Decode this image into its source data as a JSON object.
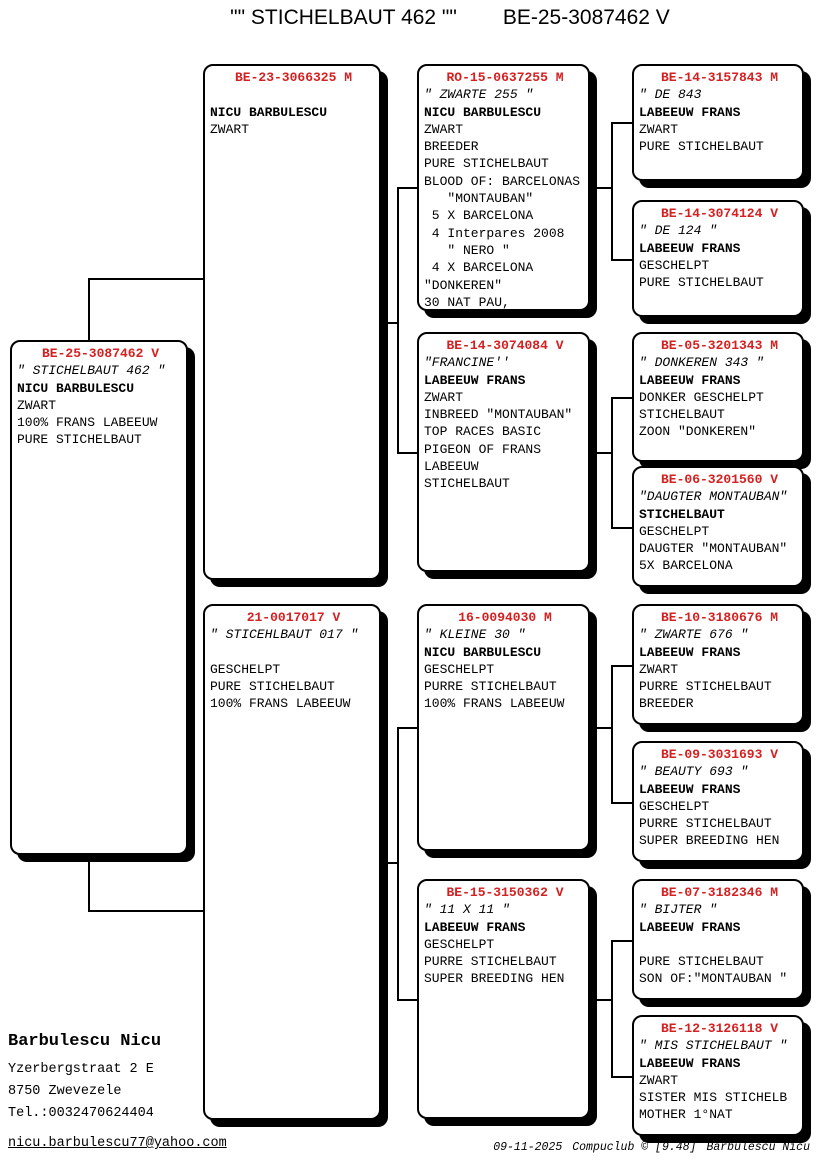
{
  "header": {
    "name": "\"\" STICHELBAUT 462 \"\"",
    "ring": "BE-25-3087462 V"
  },
  "colors": {
    "ring_red": "#d42020"
  },
  "pedigree": {
    "boxes": [
      {
        "id": "g1",
        "generation": "subject",
        "ring": "BE-25-3087462 V",
        "lines": [
          "\" STICHELBAUT 462 \"",
          "NICU BARBULESCU",
          "ZWART",
          "100% FRANS LABEEUW",
          "PURE STICHELBAUT"
        ]
      },
      {
        "id": "g2a",
        "generation": "father",
        "ring": "BE-23-3066325 M",
        "lines": [
          "",
          "NICU BARBULESCU",
          "ZWART"
        ]
      },
      {
        "id": "g2b",
        "generation": "mother",
        "ring": "21-0017017 V",
        "lines": [
          "\" STICEHLBAUT 017 \"",
          "",
          "GESCHELPT",
          "PURE STICHELBAUT",
          "100% FRANS LABEEUW"
        ]
      },
      {
        "id": "g3a",
        "generation": "grandfather-paternal",
        "ring": "RO-15-0637255 M",
        "lines": [
          "\" ZWARTE 255 \"",
          "NICU BARBULESCU",
          "ZWART",
          "BREEDER",
          "PURE STICHELBAUT",
          "BLOOD OF: BARCELONAS",
          "   \"MONTAUBAN\"",
          " 5 X BARCELONA",
          " 4 Interpares 2008",
          "   \" NERO \"",
          " 4 X BARCELONA",
          "\"DONKEREN\"",
          "30 NAT PAU,"
        ]
      },
      {
        "id": "g3b",
        "generation": "grandmother-paternal",
        "ring": "BE-14-3074084 V",
        "lines": [
          "\"FRANCINE''",
          "LABEEUW FRANS",
          "ZWART",
          "INBREED \"MONTAUBAN\"",
          "TOP RACES BASIC",
          "PIGEON OF FRANS",
          "LABEEUW",
          "STICHELBAUT"
        ]
      },
      {
        "id": "g3c",
        "generation": "grandfather-maternal",
        "ring": "16-0094030 M",
        "lines": [
          "\" KLEINE 30 \"",
          "NICU BARBULESCU",
          "GESCHELPT",
          "PURRE STICHELBAUT",
          "100% FRANS LABEEUW"
        ]
      },
      {
        "id": "g3d",
        "generation": "grandmother-maternal",
        "ring": "BE-15-3150362 V",
        "lines": [
          "\" 11 X 11 \"",
          "LABEEUW FRANS",
          "GESCHELPT",
          "PURRE STICHELBAUT",
          "SUPER BREEDING HEN"
        ]
      },
      {
        "id": "g4a",
        "generation": "great-grandparent-1",
        "ring": "BE-14-3157843 M",
        "lines": [
          "\" DE 843",
          "LABEEUW FRANS",
          "ZWART",
          "PURE STICHELBAUT"
        ]
      },
      {
        "id": "g4b",
        "generation": "great-grandparent-2",
        "ring": "BE-14-3074124 V",
        "lines": [
          "\" DE 124 \"",
          "LABEEUW FRANS",
          "GESCHELPT",
          "PURE STICHELBAUT"
        ]
      },
      {
        "id": "g4c",
        "generation": "great-grandparent-3",
        "ring": "BE-05-3201343 M",
        "lines": [
          "\" DONKEREN 343 \"",
          "LABEEUW FRANS",
          "DONKER GESCHELPT",
          "STICHELBAUT",
          "ZOON \"DONKEREN\""
        ]
      },
      {
        "id": "g4d",
        "generation": "great-grandparent-4",
        "ring": "BE-06-3201560 V",
        "lines": [
          "\"DAUGTER MONTAUBAN\"",
          "STICHELBAUT",
          "GESCHELPT",
          "DAUGTER \"MONTAUBAN\"",
          "5X BARCELONA"
        ]
      },
      {
        "id": "g4e",
        "generation": "great-grandparent-5",
        "ring": "BE-10-3180676 M",
        "lines": [
          "\" ZWARTE 676 \"",
          "LABEEUW FRANS",
          "ZWART",
          "PURRE STICHELBAUT",
          "BREEDER"
        ]
      },
      {
        "id": "g4f",
        "generation": "great-grandparent-6",
        "ring": "BE-09-3031693 V",
        "lines": [
          "\" BEAUTY 693 \"",
          "LABEEUW FRANS",
          "GESCHELPT",
          "PURRE STICHELBAUT",
          "SUPER BREEDING HEN"
        ]
      },
      {
        "id": "g4g",
        "generation": "great-grandparent-7",
        "ring": "BE-07-3182346 M",
        "lines": [
          "\" BIJTER \"",
          "LABEEUW FRANS",
          "",
          "PURE STICHELBAUT",
          "SON OF:\"MONTAUBAN \""
        ]
      },
      {
        "id": "g4h",
        "generation": "great-grandparent-8",
        "ring": "BE-12-3126118 V",
        "lines": [
          "\" MIS STICHELBAUT \"",
          "LABEEUW FRANS",
          "ZWART",
          "SISTER MIS STICHELB",
          "MOTHER 1°NAT"
        ]
      }
    ]
  },
  "contact": {
    "name": "Barbulescu Nicu",
    "address1": "Yzerbergstraat 2 E",
    "address2": "8750  Zwevezele",
    "phone": "Tel.:0032470624404",
    "email": "nicu.barbulescu77@yahoo.com"
  },
  "footer": {
    "date": "09-11-2025",
    "software": "Compuclub © [9.48]",
    "owner": "Barbulescu Nicu"
  }
}
